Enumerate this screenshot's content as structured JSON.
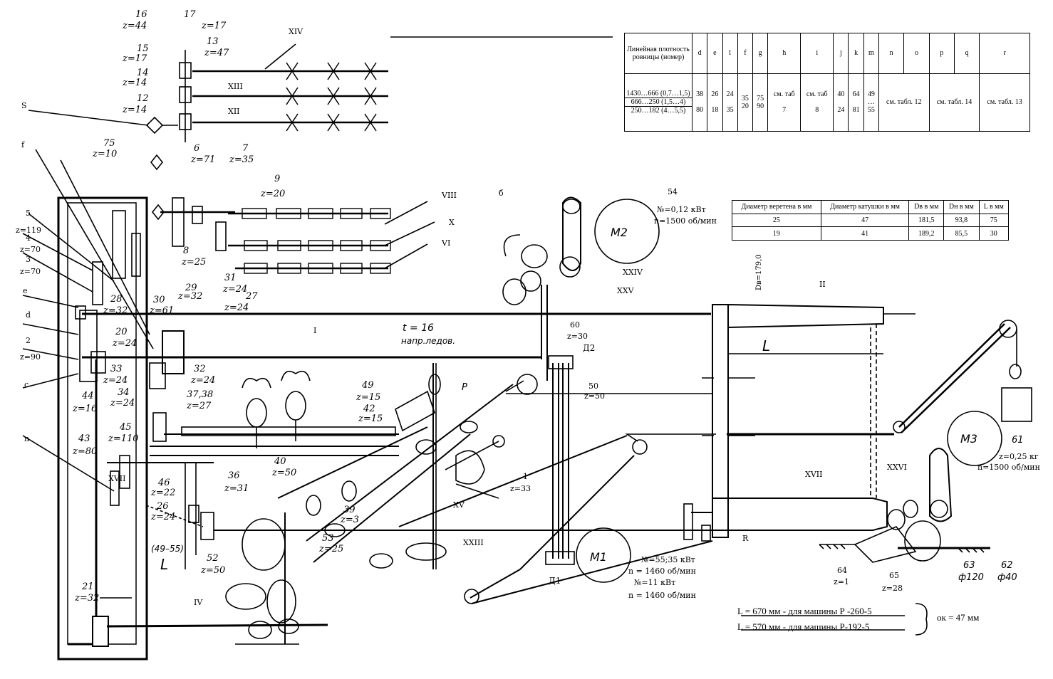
{
  "table_main": {
    "head_label": "Линейная плотность ровницы (номер)",
    "columns": [
      "d",
      "e",
      "l",
      "f",
      "g",
      "h",
      "i",
      "j",
      "k",
      "m",
      "n",
      "o",
      "p",
      "q",
      "r"
    ],
    "row1_label": "1430…666 (0,7…1,5)",
    "row2_label": "666…250 (1,5…4)",
    "row3_label": "250…182 (4…5,5)",
    "d_vals": "38\n\n80",
    "e_vals": "26\n\n18",
    "l_vals": "24\n\n35",
    "f_vals": "35\n20",
    "g_vals": "75\n90",
    "h_vals": "см. таб\n\n7",
    "i_vals": "см. таб\n\n8",
    "j_vals": "40\n\n24",
    "k_vals": "64\n\n81",
    "m_vals": "49\n…\n55",
    "no_vals": "см. табл. 12",
    "op_vals": "см. табл. 14",
    "qr_vals": "см. табл. 13"
  },
  "table_spindle": {
    "headers": [
      "Диаметр веретена в мм",
      "Диаметр катушки в мм",
      "Dв в мм",
      "Dн в мм",
      "L в мм"
    ],
    "rows": [
      [
        "25",
        "47",
        "181,5",
        "93,8",
        "75"
      ],
      [
        "19",
        "41",
        "189,2",
        "85,5",
        "30"
      ]
    ]
  },
  "motors": {
    "m1": {
      "label": "M1",
      "n_label": "№=55;35 кВт",
      "rpm1": "n = 1460 об/мин",
      "n2_label": "№=11 кВт",
      "rpm2": "n = 1460 об/мин"
    },
    "m2": {
      "label": "M2",
      "num": "54",
      "power": "№=0,12 кВт",
      "rpm": "n=1500 об/мин"
    },
    "m3": {
      "label": "M3",
      "num": "61",
      "power": "z=0,25 кг",
      "rpm": "n=1500 об/мин"
    }
  },
  "note": {
    "line1": "L = 670 мм - для машины Р  -260-5",
    "line2": "L = 570 мм - для машины Р-192-5",
    "ok": "ок = 47 мм"
  },
  "shafts": [
    "XIV",
    "XIII",
    "XII",
    "VIII",
    "X",
    "VI",
    "I",
    "II",
    "IV",
    "XV",
    "XVII",
    "XXIII",
    "XXIV",
    "XXV",
    "XXVI",
    "XVII"
  ],
  "gear_labels": [
    {
      "n": "16",
      "z": "z=44"
    },
    {
      "n": "17",
      "z": "z=17"
    },
    {
      "n": "15",
      "z": "z=17"
    },
    {
      "n": "13",
      "z": "z=47"
    },
    {
      "n": "14",
      "z": "z=14"
    },
    {
      "n": "12",
      "z": "z=14"
    },
    {
      "n": "75",
      "z": "z=10"
    },
    {
      "n": "6",
      "z": "z=71"
    },
    {
      "n": "7",
      "z": "z=35"
    },
    {
      "n": "9",
      "z": "z=20"
    },
    {
      "n": "8",
      "z": "z=25"
    },
    {
      "n": "29",
      "z": "z=32"
    },
    {
      "n": "30",
      "z": "z=61"
    },
    {
      "n": "31",
      "z": "z=24"
    },
    {
      "n": "27",
      "z": "z=24"
    },
    {
      "n": "28",
      "z": "z=32"
    },
    {
      "n": "20",
      "z": "z=24"
    },
    {
      "n": "33",
      "z": "z=24"
    },
    {
      "n": "34",
      "z": "z=24"
    },
    {
      "n": "32",
      "z": "z=24"
    },
    {
      "n": "37,38",
      "z": "z=27"
    },
    {
      "n": "49",
      "z": "z=15"
    },
    {
      "n": "42",
      "z": "z=15"
    },
    {
      "n": "44",
      "z": "z=16"
    },
    {
      "n": "45",
      "z": "z=110"
    },
    {
      "n": "43",
      "z": "z=80"
    },
    {
      "n": "46",
      "z": "z=22"
    },
    {
      "n": "26",
      "z": "z=24"
    },
    {
      "n": "52",
      "z": "z=50"
    },
    {
      "n": "39",
      "z": "z=3"
    },
    {
      "n": "53",
      "z": "z=25"
    },
    {
      "n": "21",
      "z": "z=32"
    },
    {
      "n": "1",
      "z": "z=33"
    },
    {
      "n": "60",
      "z": "z=30"
    },
    {
      "n": "50",
      "z": "z=50"
    },
    {
      "n": "64",
      "z": "z=1"
    },
    {
      "n": "65",
      "z": "z=28"
    },
    {
      "n": "40",
      "z": "z=50"
    },
    {
      "n": "36",
      "z": "z=31"
    }
  ],
  "left_labels": [
    "S",
    "f",
    "5",
    "z=119",
    "4",
    "z=70",
    "3",
    "z=70",
    "e",
    "d",
    "2",
    "z=90",
    "c",
    "n"
  ],
  "misc": {
    "t": "t = 16",
    "t_sub": "напр.ледов.",
    "L": "L",
    "Dv": "Dв=179,0",
    "R": "R",
    "d1": "Д1",
    "d2": "Д2",
    "phi120": "ф120",
    "phi40": "ф40",
    "n62": "62",
    "n63": "63",
    "p": "P",
    "m_range": "(49–55)",
    "b": "б"
  }
}
